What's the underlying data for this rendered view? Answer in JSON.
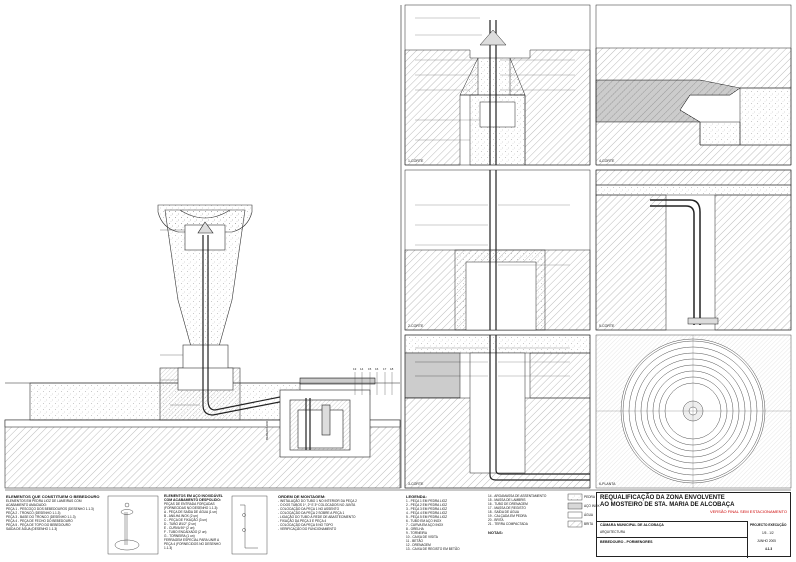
{
  "views": {
    "v1": "1-CORTE",
    "v2": "2-CORTE",
    "v3": "3-CORTE",
    "v4": "4-CORTE",
    "v5": "5-CORTE",
    "v6": "6-PLANTA"
  },
  "notes": {
    "main_heading": "ELEMENTOS QUE CONSTITUEM O BEBEDOURO",
    "main_sub": "ELEMENTOS EM PEDRA LIOZ DE LAMEIRAS COM ACABAMENTO AMACIADO:",
    "main_items": [
      "PEÇA 1 - PESCOÇO DOS BEBEDOUROS (DESENHO 1.1.3)",
      "PEÇA 2 - TRONCO (DESENHO 1.1.3)",
      "PEÇA 3 - BASE DO TRONCO (DESENHO 1.1.3)",
      "PEÇA 4 - PEÇA DE FECHO DO BEBEDOURO",
      "PEÇA 5 - PEÇA DE TOPO DO BEBEDOURO",
      "SAÍDA DE ÁGUA (DESENHO 1.1.3)"
    ],
    "steel_heading": "ELEMENTOS EM AÇO INOXIDÁVEL COM ACABAMENTO DESPOLIDO:",
    "steel_sub": "PEÇAS DE ENTRADA FORÇADAS (FORNECIDAS NO DESENHO 1.1.3):",
    "steel_items": [
      "A - PEÇA DE SAÍDA DE ÁGUA (1 un)",
      "B - ANILHA INOX (2 un)",
      "C - PEÇA DE FIXAÇÃO (3 un)",
      "D - TUBO Ø1/2\" (2 un)",
      "E - CURVA 90º (2 un)",
      "F - TUBO ENCAIXADO (2 un)",
      "G - TORNEIRA (1 un)"
    ],
    "steel_foot": "FERRAGEM ESPECIAL PARA UNIR A PEÇA 4 (FORNECIDOS NO DESENHO 1.1.3)",
    "order_heading": "ORDEM DE MONTAGEM:",
    "order_items": [
      "- INSTALAÇÃO DO TUBO 1 NO INTERIOR DA PEÇA 2",
      "- O DOS TUBOS 1º, 2º E 3º COLOCADOS NO JUNTA",
      "- COLOCAÇÃO DA PEÇA 1 NO ASSENTO",
      "- COLOCAÇÃO DA PEÇA 2 SOBRE A PEÇA 1",
      "- LIGAÇÃO DO TUBO À REDE DE ABASTECIMENTO",
      "- FIXAÇÃO DA PEÇA 3 E PEÇA 4",
      "- COLOCAÇÃO DA PEÇA 5 NO TOPO",
      "- VERIFICAÇÃO DO FUNCIONAMENTO"
    ],
    "legend_heading": "LEGENDA:",
    "legend_items": [
      "1 - PEÇA 1 EM PEDRA LIOZ",
      "2 - PEÇA 2 EM PEDRA LIOZ",
      "3 - PEÇA 3 EM PEDRA LIOZ",
      "4 - PEÇA 4 EM PEDRA LIOZ",
      "5 - PEÇA 5 EM PEDRA LIOZ",
      "6 - TUBO EM AÇO INOX",
      "7 - CURVA EM AÇO INOX",
      "8 - GRELHA",
      "9 - TORNEIRA",
      "10 - CAIXA DE VISITA",
      "11 - BETÃO",
      "12 - DRENAGEM",
      "13 - CAIXA DE REGISTO EM BETÃO"
    ],
    "legend2_items": [
      "14 - ARGAMASSA DE ASSENTAMENTO",
      "15 - MASSA DE LAMBRIS",
      "16 - TUBO DE DRENAGEM",
      "17 - MASSA DE REGISTO",
      "18 - SAÍDA DE ÁGUA",
      "19 - CALÇADA EM PEDRA",
      "20 - BRITA",
      "21 - TERRA COMPACTADA"
    ],
    "notes_heading": "NOTAS:"
  },
  "swatches": [
    {
      "label": "PEDRA",
      "color": "#ffffff"
    },
    {
      "label": "AÇO INOX",
      "color": "#d8d8d8"
    },
    {
      "label": "ÁGUA",
      "color": "#ffffff"
    },
    {
      "label": "BRITA",
      "color": "#ffffff"
    }
  ],
  "title_block": {
    "title_line1": "REQUALIFICAÇÃO DA ZONA ENVOLVENTE",
    "title_line2": "AO MOSTEIRO DE STA. MARIA DE ALCOBAÇA",
    "version": "VERSÃO FINAL SEM ESTACIONAMENTO",
    "client": "CÂMARA MUNICIPAL DE ALCOBAÇA",
    "specialty": "ARQUITECTURA",
    "drawing": "BEBEDOURO - PORMENORES",
    "phase_label": "PROJECTO EXECUÇÃO",
    "scale": "1/5 - 1/2",
    "date": "JUNHO 2005",
    "sheet": "4.1.3"
  }
}
